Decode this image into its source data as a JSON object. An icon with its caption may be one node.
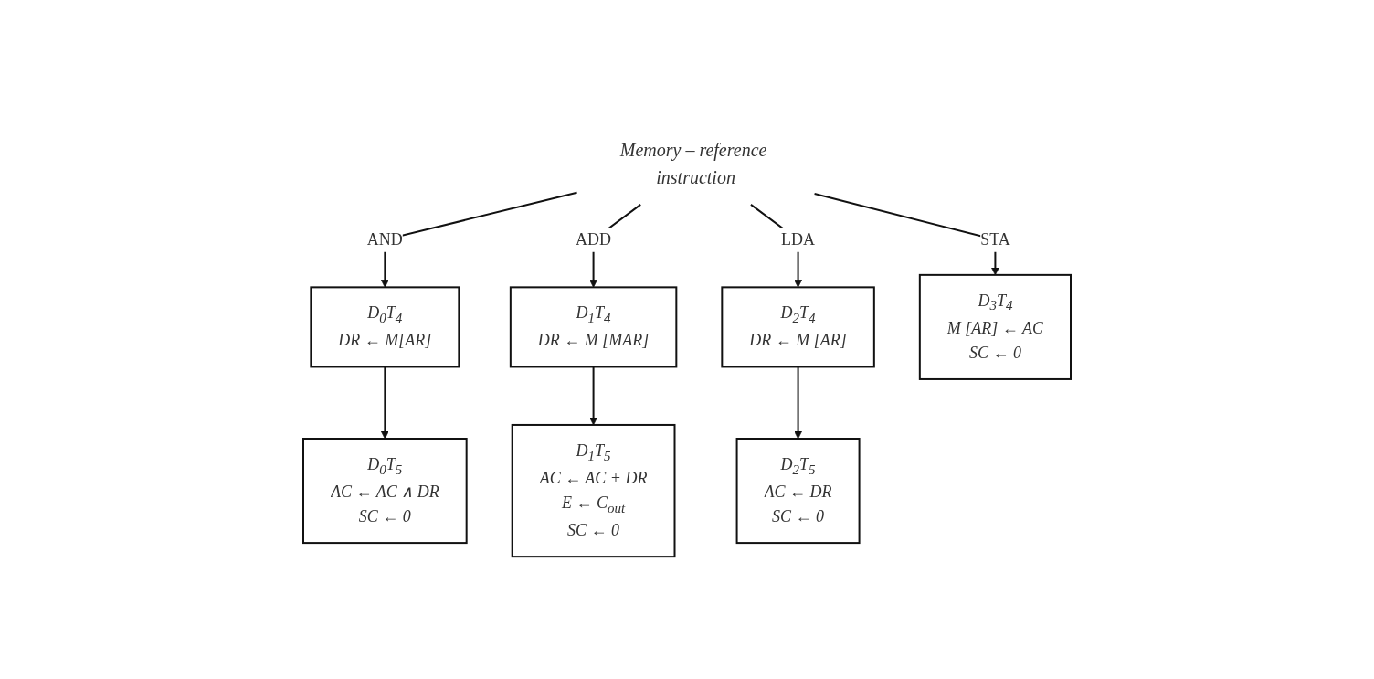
{
  "diagram": {
    "nodes": [
      {
        "text": [
          "Memory – reference instruction"
        ]
      },
      {
        "text": [
          "D$_{0}$T$_{4}$",
          "DR ← M[AR]"
        ]
      },
      {
        "text": [
          "D$_{0}$T$_{5}$",
          "AC ← AC ∧ DR",
          "SC ← 0"
        ]
      },
      {
        "text": [
          "D$_{1}$T$_{4}$",
          "DR ← M [MAR]"
        ]
      },
      {
        "text": [
          "D$_{1}$T$_{5}$",
          "AC ← AC + DR",
          "E ← C$_{out}$",
          "SC ← 0"
        ]
      },
      {
        "text": [
          "D$_{2}$T$_{4}$",
          "DR ← M [AR]"
        ]
      },
      {
        "text": [
          "D$_{2}$T$_{5}$",
          "AC ← DR",
          "SC ← 0"
        ]
      },
      {
        "text": [
          "D$_{3}$T$_{4}$",
          "M [AR] ← AC",
          "SC ← 0"
        ]
      }
    ],
    "edges": [
      {
        "from": 0,
        "to": 1,
        "arrow": "to",
        "label": "AND"
      },
      {
        "from": 0,
        "to": 3,
        "arrow": "to",
        "label": "ADD"
      },
      {
        "from": 0,
        "to": 5,
        "arrow": "to",
        "label": "LDA"
      },
      {
        "from": 0,
        "to": 7,
        "arrow": "to",
        "label": "STA"
      },
      {
        "from": 1,
        "to": 2,
        "arrow": "to"
      },
      {
        "from": 3,
        "to": 4,
        "arrow": "to"
      },
      {
        "from": 5,
        "to": 6,
        "arrow": "to"
      }
    ]
  }
}
